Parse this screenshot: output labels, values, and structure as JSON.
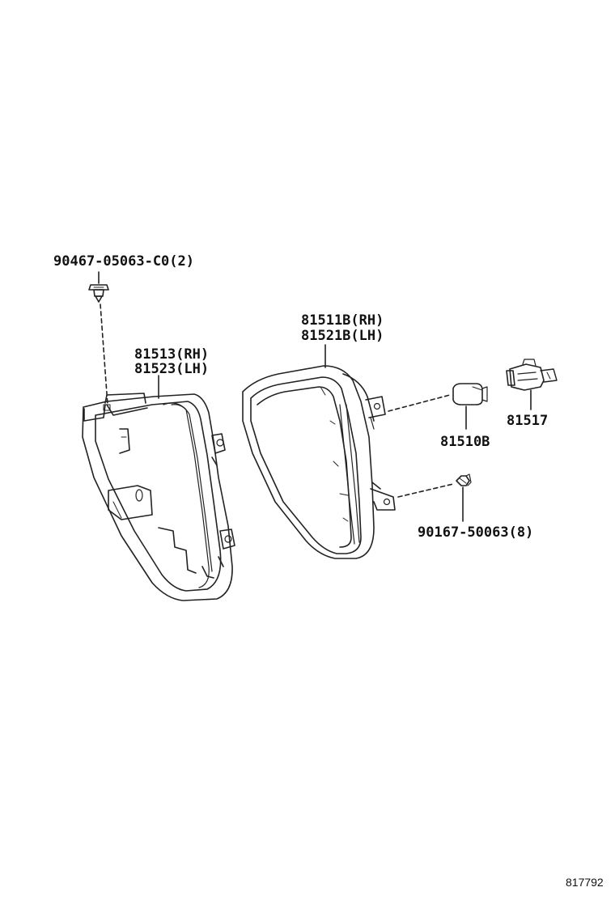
{
  "diagram": {
    "line_color": "#222222",
    "background": "#ffffff",
    "callouts": {
      "clip_part": "90467-05063-C0(2)",
      "housing_rh": "81513(RH)",
      "housing_lh": "81523(LH)",
      "lamp_rh": "81511B(RH)",
      "lamp_lh": "81521B(LH)",
      "bulb": "81510B",
      "socket": "81517",
      "screw": "90167-50063(8)"
    },
    "reference_number": "817792"
  }
}
